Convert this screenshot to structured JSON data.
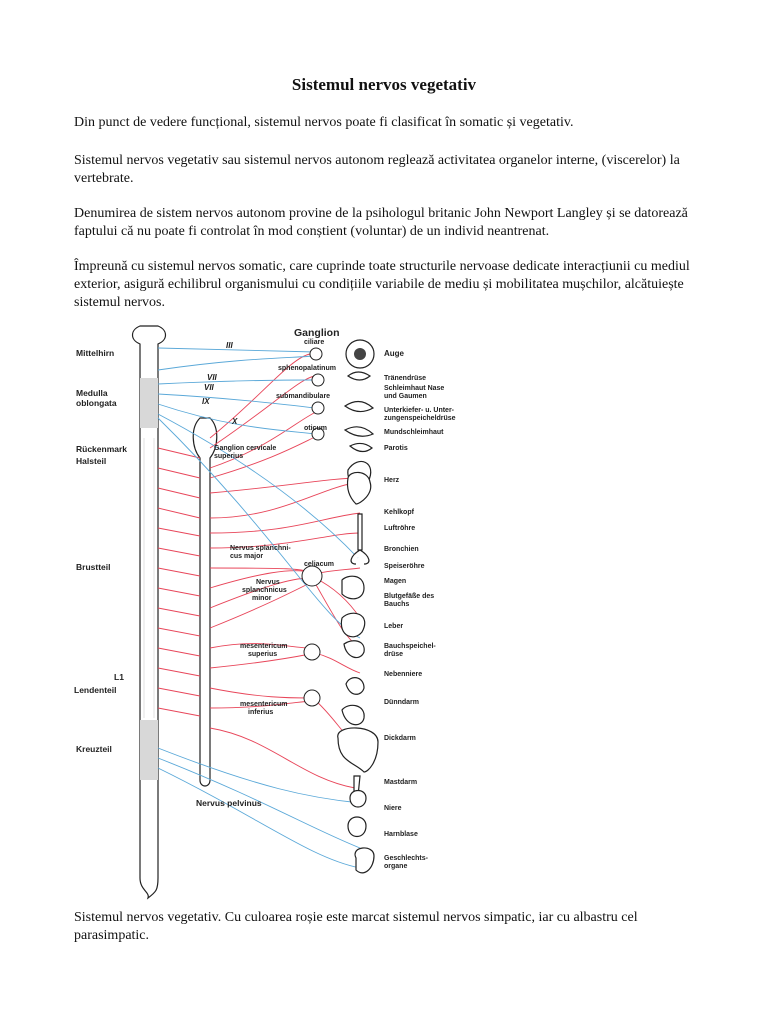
{
  "document": {
    "title": "Sistemul nervos vegetativ",
    "paragraphs": [
      "Din punct de vedere funcțional, sistemul nervos poate fi clasificat în somatic și vegetativ.",
      "Sistemul nervos vegetativ sau sistemul nervos autonom reglează activitatea organelor interne, (viscerelor) la vertebrate.",
      "Denumirea de sistem nervos autonom provine de la psihologul britanic John Newport Langley și se datorează faptului că nu poate fi controlat în mod conștient (voluntar) de un individ neantrenat.",
      "Împreună cu sistemul nervos somatic, care cuprinde toate structurile nervoase dedicate interacțiunii cu mediul exterior, asigură echilibrul organismului cu condițiile variabile de mediu și mobilitatea mușchilor, alcătuiește sistemul nervos."
    ],
    "caption": "Sistemul nervos vegetativ. Cu culoarea roșie este marcat sistemul nervos simpatic, iar cu albastru cel parasimpatic."
  },
  "figure": {
    "colors": {
      "sympathetic": "#e8465a",
      "parasympathetic": "#5aa8d8"
    },
    "spine_labels": [
      "Mittelhirn",
      "Medulla",
      "oblongata",
      "Rückenmark",
      "Halsteil",
      "Brustteil",
      "L1",
      "Lendenteil",
      "Kreuzteil"
    ],
    "cranial_nerves": [
      "III",
      "VII",
      "VII",
      "IX",
      "X"
    ],
    "ganglia_heading": "Ganglion",
    "ganglia": [
      "ciliare",
      "sphenopalatinum",
      "submandibulare",
      "oticum",
      "Ganglion cervicale",
      "superius",
      "Nervus splanchni-",
      "cus major",
      "Nervus",
      "splanchnicus",
      "minor",
      "celiacum",
      "mesentericum",
      "superius",
      "mesentericum",
      "inferius",
      "Nervus pelvinus"
    ],
    "organs": [
      "Auge",
      "Tränendrüse",
      "Schleimhaut Nase",
      "und Gaumen",
      "Unterkiefer- u. Unter-",
      "zungenspeicheldrüse",
      "Mundschleimhaut",
      "Parotis",
      "Herz",
      "Kehlkopf",
      "Luftröhre",
      "Bronchien",
      "Speiseröhre",
      "Magen",
      "Blutgefäße des",
      "Bauchs",
      "Leber",
      "Bauchspeichel-",
      "drüse",
      "Nebenniere",
      "Dünndarm",
      "Dickdarm",
      "Mastdarm",
      "Niere",
      "Harnblase",
      "Geschlechts-",
      "organe"
    ]
  }
}
